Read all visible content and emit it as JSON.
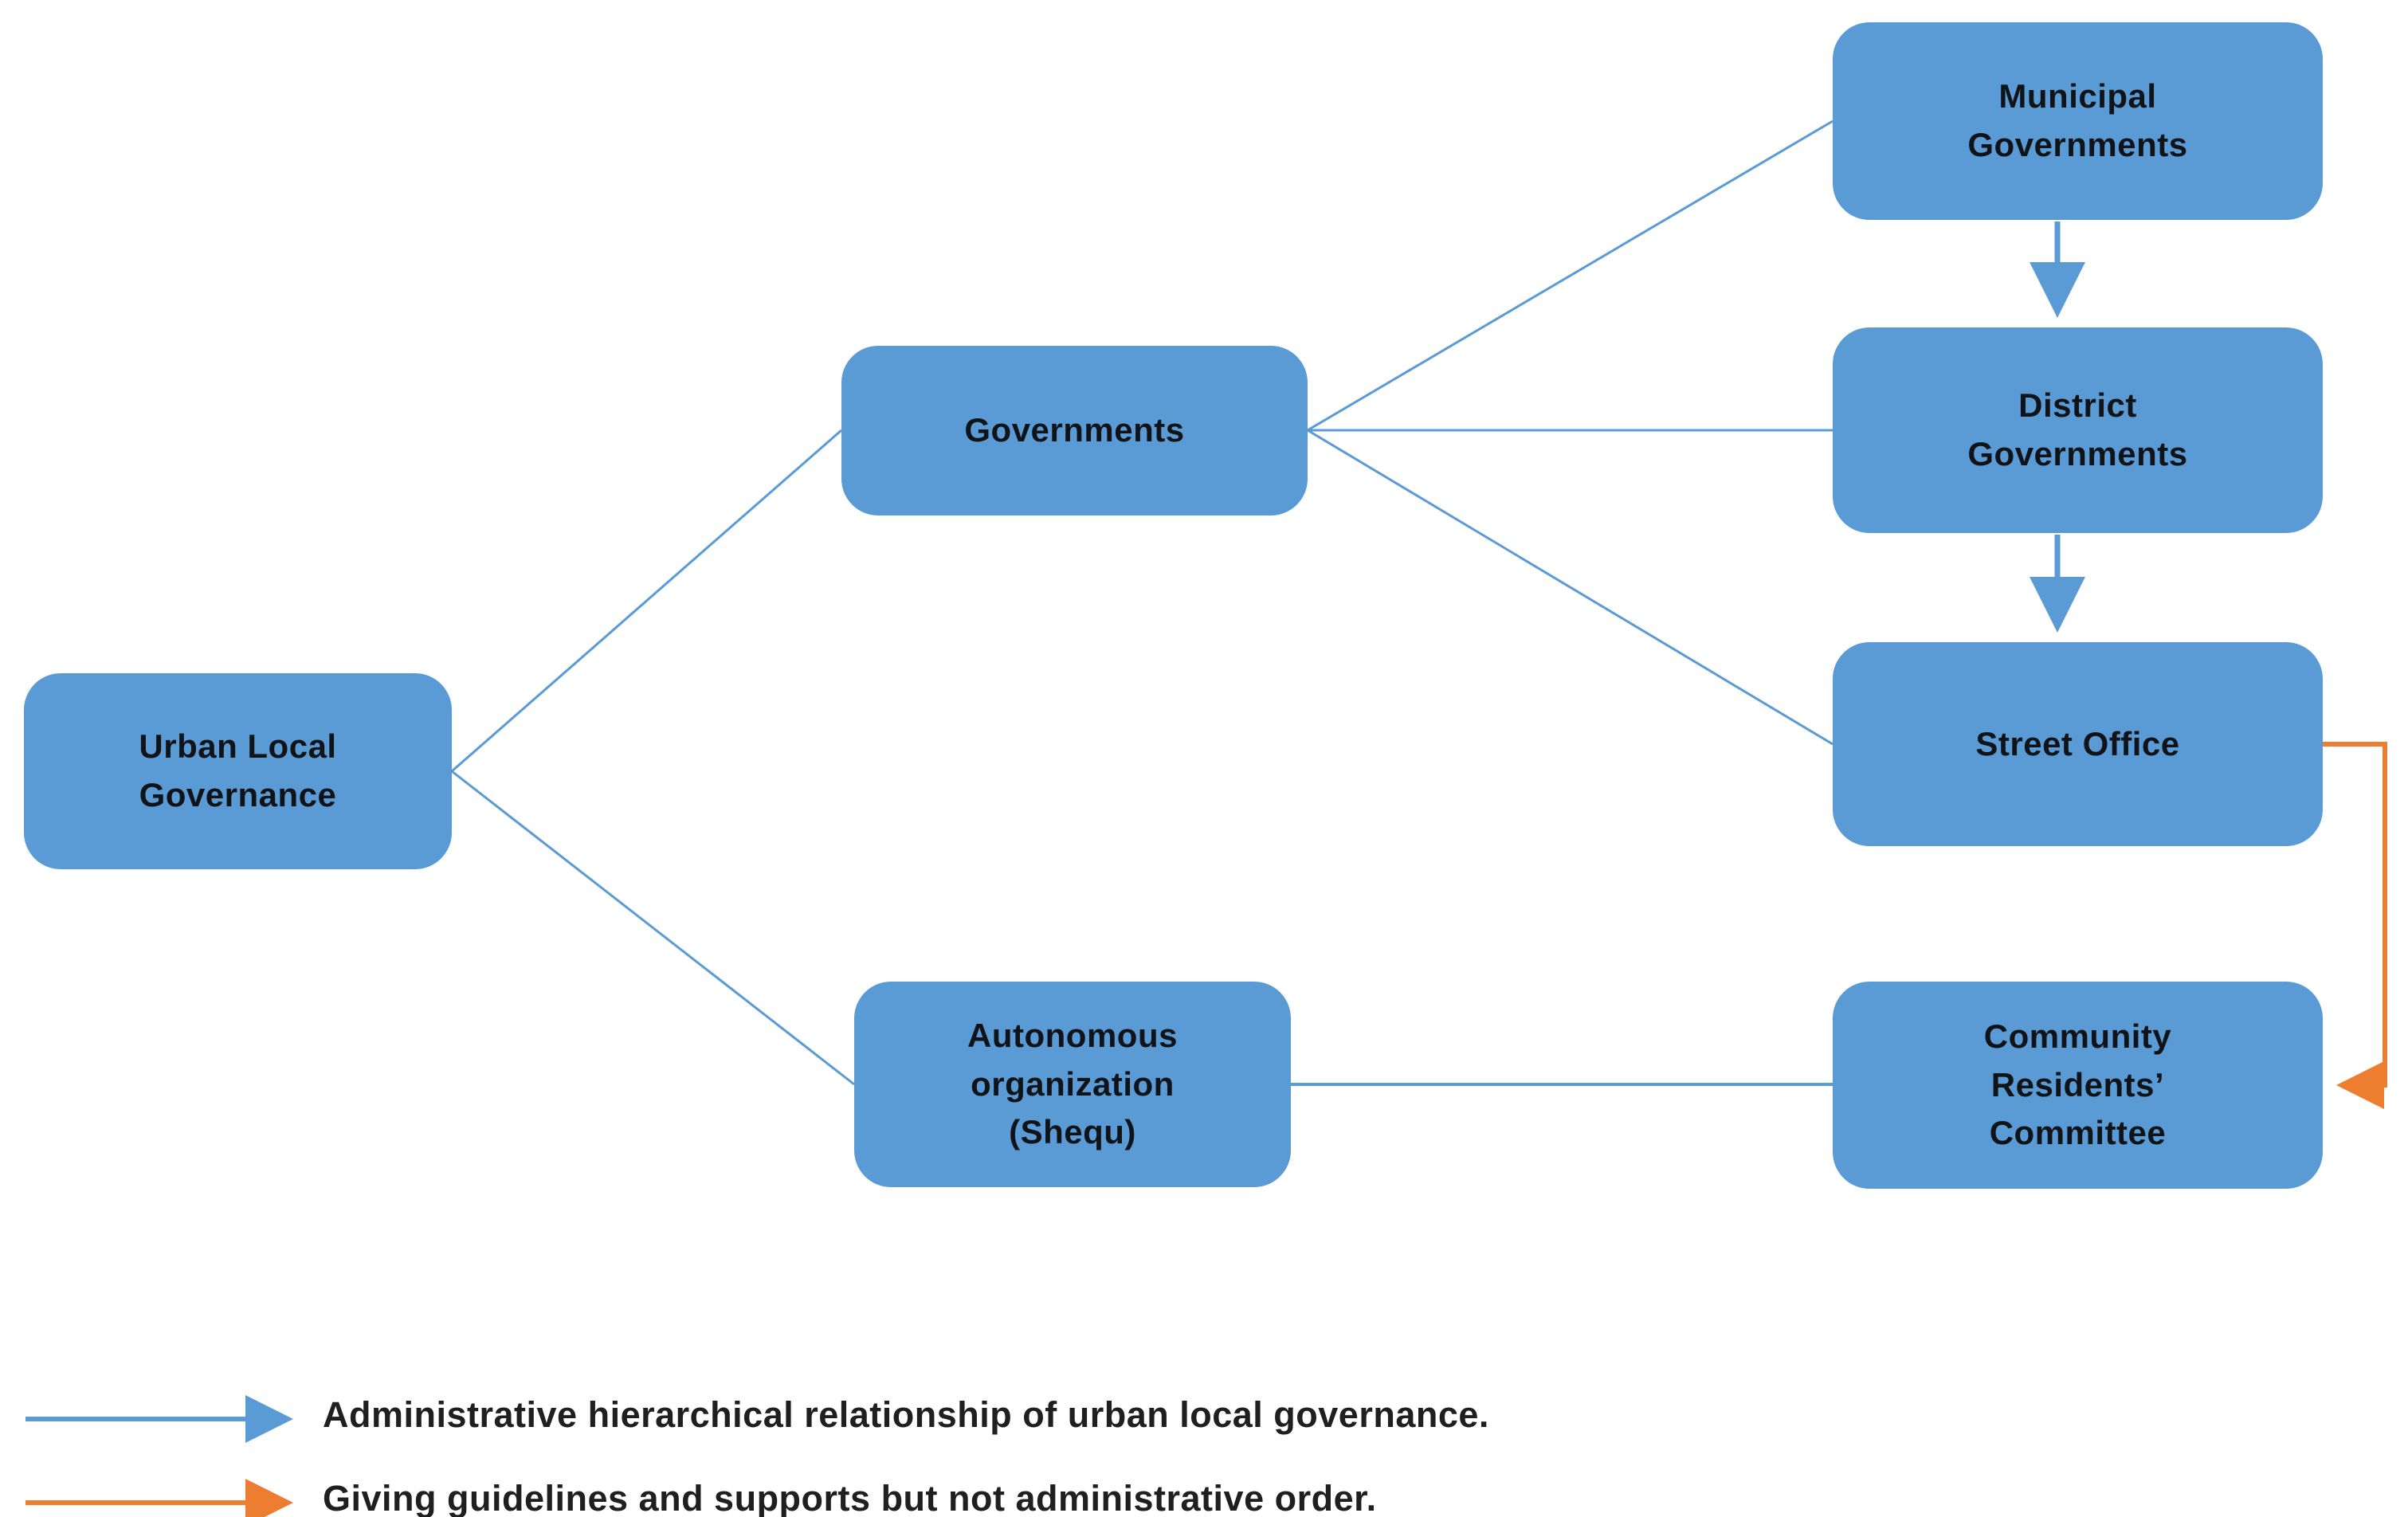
{
  "diagram": {
    "title": "Urban local governance structure diagram",
    "nodes": {
      "urban_local_governance": {
        "label": "Urban Local\nGovernance"
      },
      "governments": {
        "label": "Governments"
      },
      "municipal_governments": {
        "label": "Municipal\nGovernments"
      },
      "district_governments": {
        "label": "District\nGovernments"
      },
      "street_office": {
        "label": "Street Office"
      },
      "community_residents_committee": {
        "label": "Community\nResidents’\nCommittee"
      },
      "autonomous_organization": {
        "label": "Autonomous\norganization\n(Shequ)"
      }
    },
    "colors": {
      "node_fill": "#5b9bd5",
      "blue_line": "#5b9bd5",
      "orange_line": "#ed7d31",
      "text": "#101418"
    }
  },
  "legend": {
    "items": [
      {
        "arrow": "blue-arrow",
        "color": "#5b9bd5",
        "text": "Administrative hierarchical relationship of urban local governance."
      },
      {
        "arrow": "orange-arrow",
        "color": "#ed7d31",
        "text": "Giving guidelines and supports but not administrative order."
      }
    ]
  }
}
